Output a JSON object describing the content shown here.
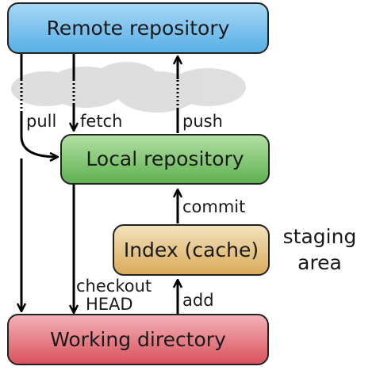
{
  "nodes": {
    "remote": {
      "label": "Remote repository",
      "color_top": "#a8d8f6",
      "color_bottom": "#57aee6"
    },
    "local": {
      "label": "Local repository",
      "color_top": "#b4e0a6",
      "color_bottom": "#5db14e"
    },
    "index": {
      "label": "Index (cache)",
      "color_top": "#f4e3be",
      "color_bottom": "#d9aa58"
    },
    "working": {
      "label": "Working directory",
      "color_top": "#f4b3b9",
      "color_bottom": "#d9505c"
    }
  },
  "edges": {
    "pull": "pull",
    "fetch": "fetch",
    "push": "push",
    "commit": "commit",
    "add": "add",
    "checkout_line1": "checkout",
    "checkout_line2": "HEAD"
  },
  "note": {
    "line1": "staging",
    "line2": "area"
  }
}
